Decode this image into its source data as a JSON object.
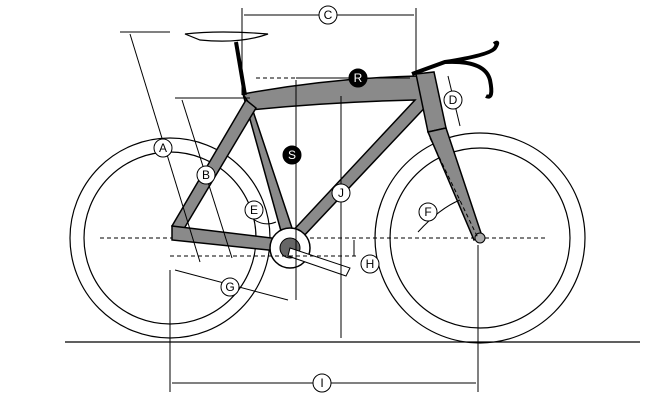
{
  "diagram": {
    "title": "Bicycle frame geometry",
    "labels": {
      "A": "A",
      "B": "B",
      "C": "C",
      "D": "D",
      "E": "E",
      "F": "F",
      "G": "G",
      "H": "H",
      "I": "I",
      "J": "J",
      "R": "R",
      "S": "S"
    }
  }
}
